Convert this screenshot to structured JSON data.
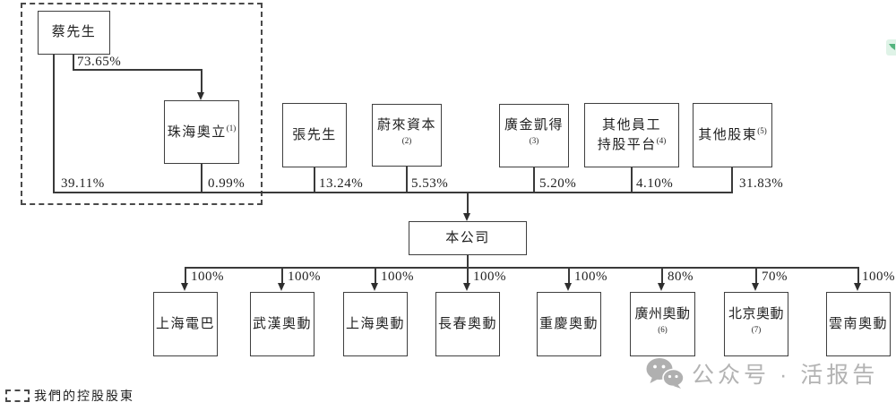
{
  "diagram": {
    "controlling_group": {
      "mr_cai": {
        "label": "蔡先生"
      },
      "zhuhai_aoli": {
        "label": "珠海奧立",
        "note": "(1)"
      },
      "pct_cai_to_zhuhai": "73.65%",
      "pct_cai_to_company": "39.11%",
      "pct_zhuhai_to_company": "0.99%"
    },
    "other_shareholders": [
      {
        "label": "張先生",
        "pct": "13.24%"
      },
      {
        "label": "蔚來資本",
        "note": "(2)",
        "pct": "5.53%"
      },
      {
        "label": "廣金凱得",
        "note": "(3)",
        "pct": "5.20%"
      },
      {
        "label_line1": "其他員工",
        "label_line2": "持股平台",
        "note": "(4)",
        "pct": "4.10%"
      },
      {
        "label": "其他股東",
        "note": "(5)",
        "pct": "31.83%"
      }
    ],
    "company": {
      "label": "本公司"
    },
    "subsidiaries": [
      {
        "label": "上海電巴",
        "pct": "100%"
      },
      {
        "label": "武漢奧動",
        "pct": "100%"
      },
      {
        "label": "上海奧動",
        "pct": "100%"
      },
      {
        "label": "長春奧動",
        "pct": "100%"
      },
      {
        "label": "重慶奧動",
        "pct": "100%"
      },
      {
        "label": "廣州奧動",
        "note": "(6)",
        "pct": "80%"
      },
      {
        "label": "北京奧動",
        "note": "(7)",
        "pct": "70%"
      },
      {
        "label": "雲南奧動",
        "pct": "100%"
      }
    ],
    "legend": {
      "label": "我們的控股股東"
    },
    "watermark": {
      "text": "公众号 · 活报告"
    },
    "colors": {
      "line": "#3a3a3a",
      "watermark_gray": "#b3b3b3",
      "corner_icon_green": "#54b47e"
    }
  }
}
